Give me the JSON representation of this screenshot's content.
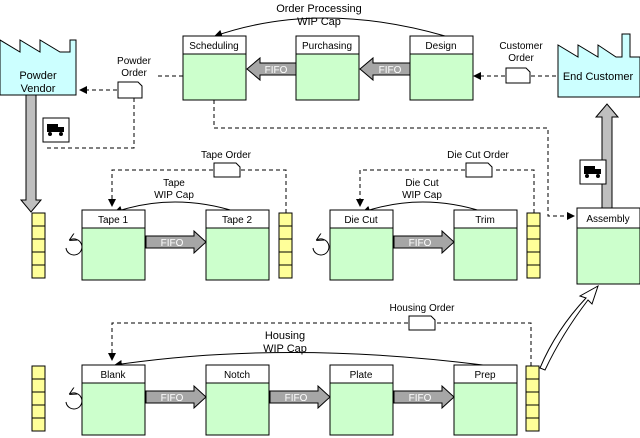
{
  "colors": {
    "process_body": "#ccffcc",
    "facility": "#ccffff",
    "supermarket": "#ffff99",
    "fifo_arrow": "#a6a6a6"
  },
  "labels": {
    "order_processing_cap": [
      "Order Processing",
      "WIP Cap"
    ],
    "powder_order": [
      "Powder",
      "Order"
    ],
    "customer_order": [
      "Customer",
      "Order"
    ],
    "powder_vendor": [
      "Powder",
      "Vendor"
    ],
    "end_customer": "End Customer",
    "tape_order": "Tape Order",
    "tape_cap": [
      "Tape",
      "WIP Cap"
    ],
    "diecut_order": "Die Cut Order",
    "diecut_cap": [
      "Die Cut",
      "WIP Cap"
    ],
    "housing_order": "Housing Order",
    "housing_cap": [
      "Housing",
      "WIP Cap"
    ],
    "fifo": "FIFO"
  },
  "processes": {
    "scheduling": "Scheduling",
    "purchasing": "Purchasing",
    "design": "Design",
    "tape1": "Tape 1",
    "tape2": "Tape 2",
    "diecut": "Die Cut",
    "trim": "Trim",
    "assembly": "Assembly",
    "blank": "Blank",
    "notch": "Notch",
    "plate": "Plate",
    "prep": "Prep"
  },
  "icons": [
    "factory-icon",
    "truck-icon",
    "kanban-card-icon",
    "supermarket-icon",
    "fifo-arrow-icon",
    "push-arrow-icon",
    "withdrawal-arrow-icon",
    "cycle-arrow-icon"
  ]
}
